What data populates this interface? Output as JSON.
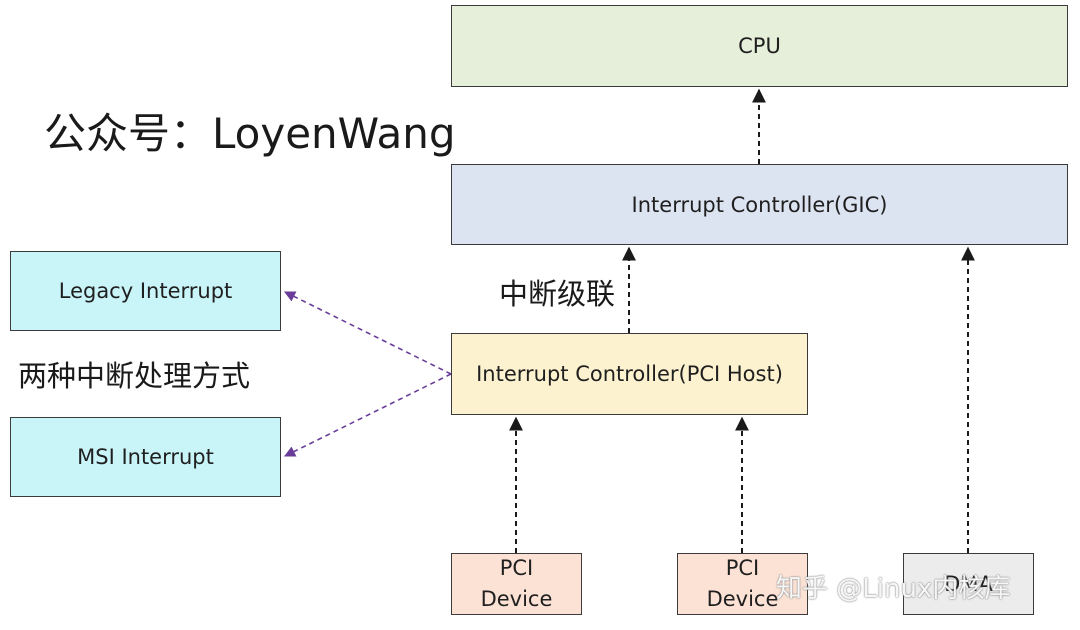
{
  "boxes": {
    "cpu": "CPU",
    "gic": "Interrupt Controller(GIC)",
    "pci_host": "Interrupt Controller(PCI Host)",
    "legacy": "Legacy Interrupt",
    "msi": "MSI Interrupt",
    "pci_device_1": [
      "PCI",
      "Device"
    ],
    "pci_device_2": [
      "PCI",
      "Device"
    ],
    "dma": "DMA"
  },
  "labels": {
    "wechat_account": "公众号：LoyenWang",
    "cascade": "中断级联",
    "two_ways": "两种中断处理方式"
  },
  "watermark": "知乎 @Linux内核库",
  "colors": {
    "cpu_fill": "#e6efd9",
    "gic_fill": "#dde4f1",
    "pci_host_fill": "#fdf2cf",
    "interrupt_type_fill": "#c9f4f8",
    "pci_device_fill": "#fbe2d5",
    "dma_fill": "#ececec",
    "black_arrow": "#1a1a1a",
    "purple_arrow": "#6a3d9a"
  }
}
